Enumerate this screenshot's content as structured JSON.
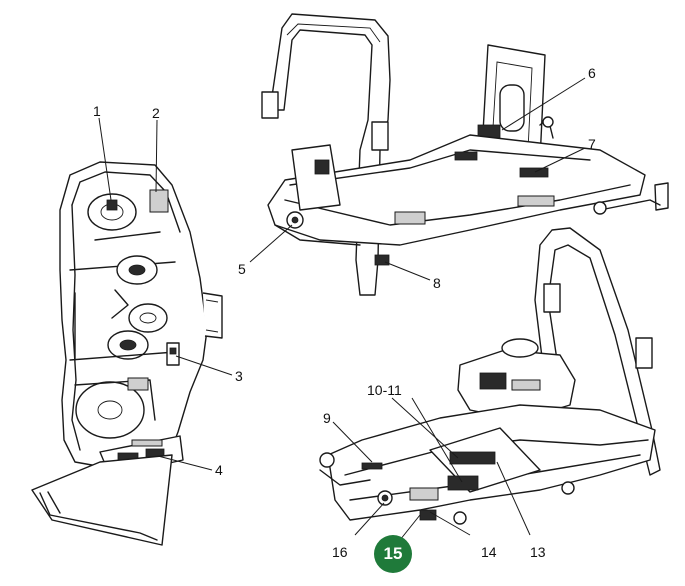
{
  "callouts": {
    "c1": "1",
    "c2": "2",
    "c3": "3",
    "c4": "4",
    "c5": "5",
    "c6": "6",
    "c7": "7",
    "c8": "8",
    "c9": "9",
    "c10_11": "10-11",
    "c14": "14",
    "c16": "16"
  },
  "callout_13": "13",
  "figure_number": "15",
  "colors": {
    "badge": "#1f7a3a",
    "line": "#1a1a1a"
  }
}
